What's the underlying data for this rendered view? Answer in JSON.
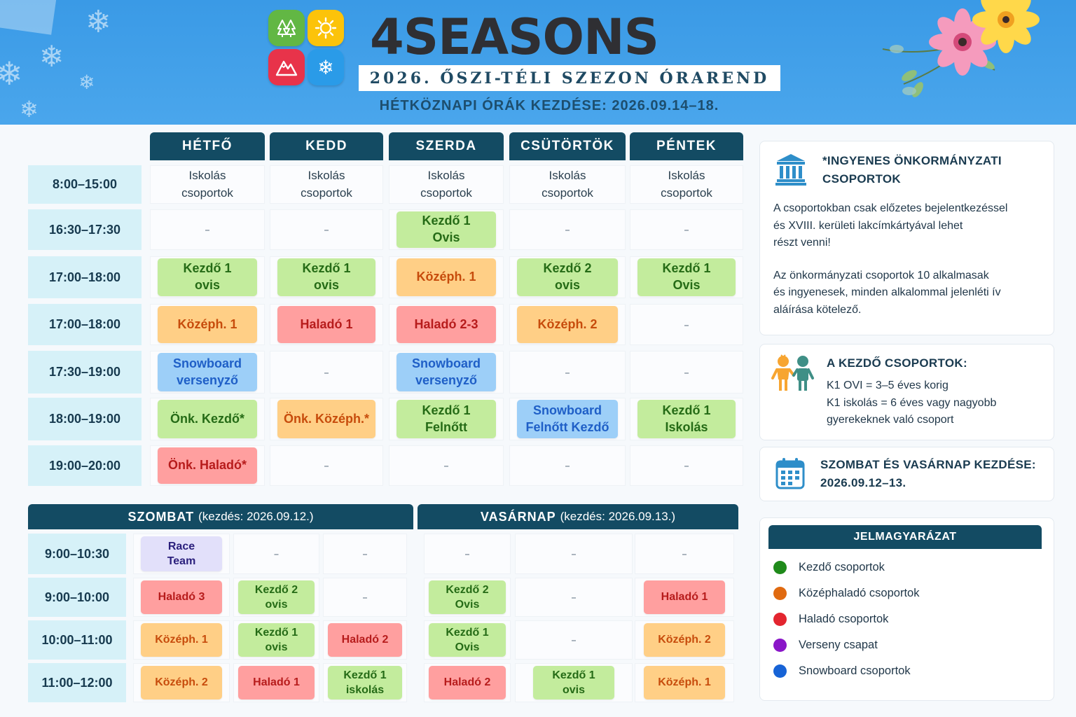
{
  "header": {
    "brand": "4SEASONS",
    "subtitle": "2026. ŐSZI-TÉLI SZEZON ÓRAREND",
    "weekday_start": "HÉTKÖZNAPI ÓRÁK KEZDÉSE: 2026.09.14–18."
  },
  "logo": {
    "colors": [
      "#62b744",
      "#fcc30a",
      "#e8334a",
      "#2a9be8"
    ],
    "icons": [
      "tree-icon",
      "sun-icon",
      "mountain-icon",
      "snowflake-icon"
    ]
  },
  "weekday": {
    "days": [
      "HÉTFŐ",
      "KEDD",
      "SZERDA",
      "CSÜTÖRTÖK",
      "PÉNTEK"
    ],
    "times": [
      "8:00–15:00",
      "16:30–17:30",
      "17:00–18:00",
      "17:00–18:00",
      "17:30–19:00",
      "18:00–19:00",
      "19:00–20:00"
    ],
    "rows": [
      [
        {
          "t": "Iskolás\ncsoportok",
          "c": "plain"
        },
        {
          "t": "Iskolás\ncsoportok",
          "c": "plain"
        },
        {
          "t": "Iskolás\ncsoportok",
          "c": "plain"
        },
        {
          "t": "Iskolás\ncsoportok",
          "c": "plain"
        },
        {
          "t": "Iskolás\ncsoportok",
          "c": "plain"
        }
      ],
      [
        {
          "t": "–",
          "c": "dash"
        },
        {
          "t": "–",
          "c": "dash"
        },
        {
          "t": "Kezdő 1\nOvis",
          "c": "g"
        },
        {
          "t": "–",
          "c": "dash"
        },
        {
          "t": "–",
          "c": "dash"
        }
      ],
      [
        {
          "t": "Kezdő 1\novis",
          "c": "g"
        },
        {
          "t": "Kezdő 1\novis",
          "c": "g"
        },
        {
          "t": "Középh. 1",
          "c": "o"
        },
        {
          "t": "Kezdő 2\novis",
          "c": "g"
        },
        {
          "t": "Kezdő 1\nOvis",
          "c": "g"
        }
      ],
      [
        {
          "t": "Középh. 1",
          "c": "o"
        },
        {
          "t": "Haladó 1",
          "c": "r"
        },
        {
          "t": "Haladó 2-3",
          "c": "r"
        },
        {
          "t": "Középh. 2",
          "c": "o"
        },
        {
          "t": "–",
          "c": "dash"
        }
      ],
      [
        {
          "t": "Snowboard\nversenyző",
          "c": "b"
        },
        {
          "t": "–",
          "c": "dash"
        },
        {
          "t": "Snowboard\nversenyző",
          "c": "b"
        },
        {
          "t": "–",
          "c": "dash"
        },
        {
          "t": "–",
          "c": "dash"
        }
      ],
      [
        {
          "t": "Önk. Kezdő*",
          "c": "g"
        },
        {
          "t": "Önk. Középh.*",
          "c": "o"
        },
        {
          "t": "Kezdő 1\nFelnőtt",
          "c": "g"
        },
        {
          "t": "Snowboard\nFelnőtt Kezdő",
          "c": "b"
        },
        {
          "t": "Kezdő 1\nIskolás",
          "c": "g"
        }
      ],
      [
        {
          "t": "Önk. Haladó*",
          "c": "r"
        },
        {
          "t": "–",
          "c": "dash"
        },
        {
          "t": "–",
          "c": "dash"
        },
        {
          "t": "–",
          "c": "dash"
        },
        {
          "t": "–",
          "c": "dash"
        }
      ]
    ]
  },
  "weekend": {
    "saturday_label": "SZOMBAT",
    "saturday_note": "(kezdés: 2026.09.12.)",
    "sunday_label": "VASÁRNAP",
    "sunday_note": "(kezdés: 2026.09.13.)",
    "times": [
      "9:00–10:30",
      "9:00–10:00",
      "10:00–11:00",
      "11:00–12:00"
    ],
    "saturday_rows": [
      [
        {
          "t": "Race\nTeam",
          "c": "p"
        },
        {
          "t": "–",
          "c": "dash"
        },
        {
          "t": "–",
          "c": "dash"
        }
      ],
      [
        {
          "t": "Haladó 3",
          "c": "r"
        },
        {
          "t": "Kezdő 2\novis",
          "c": "g"
        },
        {
          "t": "–",
          "c": "dash"
        }
      ],
      [
        {
          "t": "Középh. 1",
          "c": "o"
        },
        {
          "t": "Kezdő 1\novis",
          "c": "g"
        },
        {
          "t": "Haladó 2",
          "c": "r"
        }
      ],
      [
        {
          "t": "Középh. 2",
          "c": "o"
        },
        {
          "t": "Haladó 1",
          "c": "r"
        },
        {
          "t": "Kezdő 1\niskolás",
          "c": "g"
        }
      ]
    ],
    "sunday_rows": [
      [
        {
          "t": "–",
          "c": "dash"
        },
        {
          "t": "–",
          "c": "dash"
        },
        {
          "t": "–",
          "c": "dash"
        }
      ],
      [
        {
          "t": "Kezdő 2\nOvis",
          "c": "g"
        },
        {
          "t": "–",
          "c": "dash"
        },
        {
          "t": "Haladó 1",
          "c": "r"
        }
      ],
      [
        {
          "t": "Kezdő 1\nOvis",
          "c": "g"
        },
        {
          "t": "–",
          "c": "dash"
        },
        {
          "t": "Középh. 2",
          "c": "o"
        }
      ],
      [
        {
          "t": "Haladó 2",
          "c": "r"
        },
        {
          "t": "Kezdő 1\novis",
          "c": "g"
        },
        {
          "t": "Középh. 1",
          "c": "o"
        }
      ]
    ]
  },
  "info": {
    "free_groups_title_1": "*INGYENES ÖNKORMÁNYZATI",
    "free_groups_title_2": "CSOPORTOK",
    "free_groups_p1_1": "A csoportokban csak előzetes bejelentkezéssel",
    "free_groups_p1_2": "és XVIII. kerületi lakcímkártyával lehet",
    "free_groups_p1_3": "részt venni!",
    "free_groups_p2_1": "Az önkormányzati csoportok 10 alkalmasak",
    "free_groups_p2_2": "és ingyenesek, minden alkalommal jelenléti ív",
    "free_groups_p2_3": "aláírása kötelező.",
    "beginners_title": "A KEZDŐ CSOPORTOK:",
    "beginners_1": "K1 OVI = 3–5 éves korig",
    "beginners_2": "K1 iskolás = 6 éves vagy nagyobb",
    "beginners_3": "gyerekeknek való csoport",
    "weekend_title_1": "SZOMBAT ÉS VASÁRNAP KEZDÉSE:",
    "weekend_title_2": "2026.09.12–13."
  },
  "legend": {
    "title": "JELMAGYARÁZAT",
    "items": [
      {
        "label": "Kezdő csoportok",
        "color": "#1f8a1a"
      },
      {
        "label": "Középhaladó csoportok",
        "color": "#e06a10"
      },
      {
        "label": "Haladó csoportok",
        "color": "#e3252f"
      },
      {
        "label": "Verseny csapat",
        "color": "#8a16c8"
      },
      {
        "label": "Snowboard csoportok",
        "color": "#1763d6"
      }
    ]
  }
}
